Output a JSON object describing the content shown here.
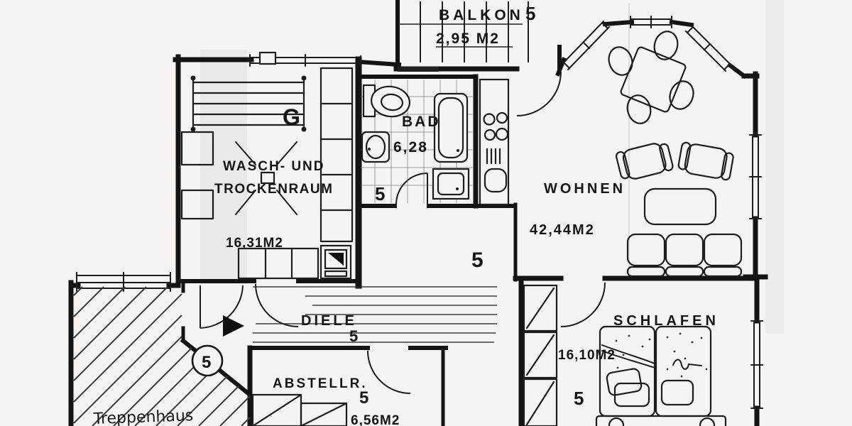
{
  "document_type": "apartment floor plan (scanned)",
  "unit_number": "5",
  "colors": {
    "ink": "#141414",
    "paper": "#f6f4f3",
    "tile_grid": "#6a6a6a",
    "window_bar": "#222222"
  },
  "rooms": {
    "balkon": {
      "name": "BALKON",
      "area": "2,95 M2",
      "unit": "5"
    },
    "bad": {
      "name": "BAD",
      "area": "6,28",
      "unit": "5"
    },
    "wasch": {
      "name_line1": "WASCH- UND",
      "name_line2": "TROCKENRAUM",
      "area": "16,31M2",
      "label_g": "G"
    },
    "wohnen": {
      "name": "WOHNEN",
      "area": "42,44M2",
      "unit": "5"
    },
    "diele": {
      "name": "DIELE",
      "unit": "5"
    },
    "abstellraum": {
      "name": "ABSTELLR.",
      "area": "6,56M2",
      "unit": "5"
    },
    "schlafen": {
      "name": "SCHLAFEN",
      "area": "16,10M2",
      "unit": "5"
    },
    "treppenhaus": {
      "name": "Treppenhaus",
      "unit_circled": "5"
    }
  },
  "icons": [
    "toilet-icon",
    "bathroom-sink-icon",
    "bathtub-icon",
    "shower-icon",
    "stove-icon",
    "kitchen-sink-icon",
    "dining-table-icon",
    "chair-icon",
    "armchair-icon",
    "coffee-table-icon",
    "sofa-icon",
    "double-bed-icon",
    "pillow-icon",
    "wardrobe-icon",
    "drying-rack-icon",
    "boiler-icon",
    "entrance-arrow-icon",
    "door-swing",
    "window"
  ]
}
